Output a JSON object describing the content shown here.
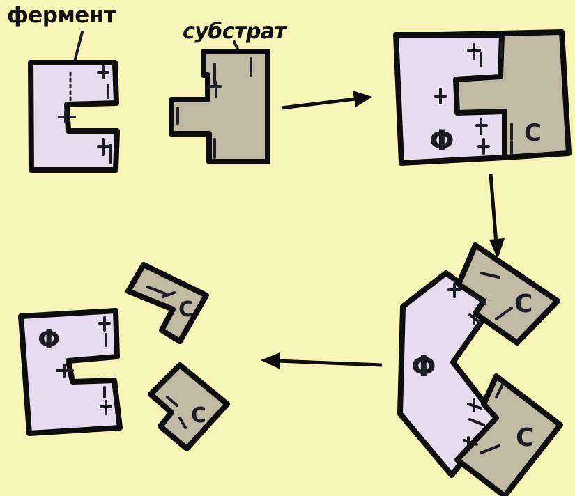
{
  "labels": {
    "enzyme": "фермент",
    "substrate": "субстрат"
  },
  "glyphs": {
    "product_mark": "C",
    "enzyme_mark": "Φ"
  },
  "colors": {
    "background": "#f7f4b8",
    "enzyme_fill": "#e6dcef",
    "substrate_fill": "#bebaa3",
    "outline": "#0d0d0d"
  },
  "steps": [
    {
      "id": "separate",
      "description_icons": [
        "enzyme",
        "substrate"
      ]
    },
    {
      "id": "enzyme-substrate-complex",
      "description_icons": [
        "enzyme",
        "substrate"
      ]
    },
    {
      "id": "bent-complex",
      "description_icons": [
        "enzyme",
        "product",
        "product"
      ]
    },
    {
      "id": "release",
      "description_icons": [
        "enzyme",
        "product",
        "product"
      ]
    }
  ]
}
